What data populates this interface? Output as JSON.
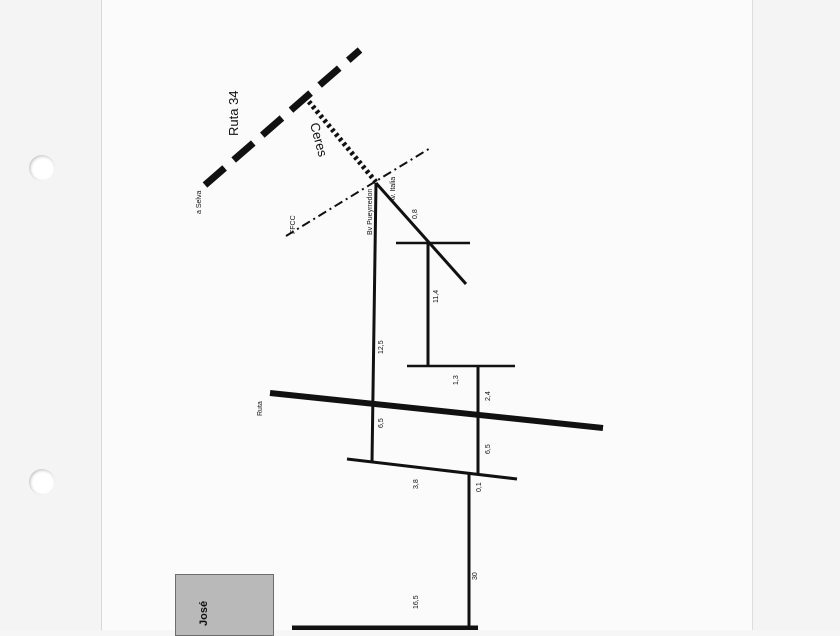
{
  "map": {
    "labels": {
      "ruta34": "Ruta 34",
      "ceres": "Ceres",
      "a_selva": "a Selva",
      "ffcc": "FFCC",
      "bv_pueyrredon": "Bv Pueyrredon",
      "av_italia": "Av. Italia",
      "ruta": "Ruta",
      "jose": "José"
    },
    "distances": {
      "d0_8": "0,8",
      "d11_4": "11,4",
      "d12_5": "12,5",
      "d1_3": "1,3",
      "d2_4": "2,4",
      "d6_5_left": "6,5",
      "d6_5_right": "6,5",
      "d3_8": "3,8",
      "d0_1": "0,1",
      "d30": "30",
      "d16_5": "16,5"
    }
  }
}
